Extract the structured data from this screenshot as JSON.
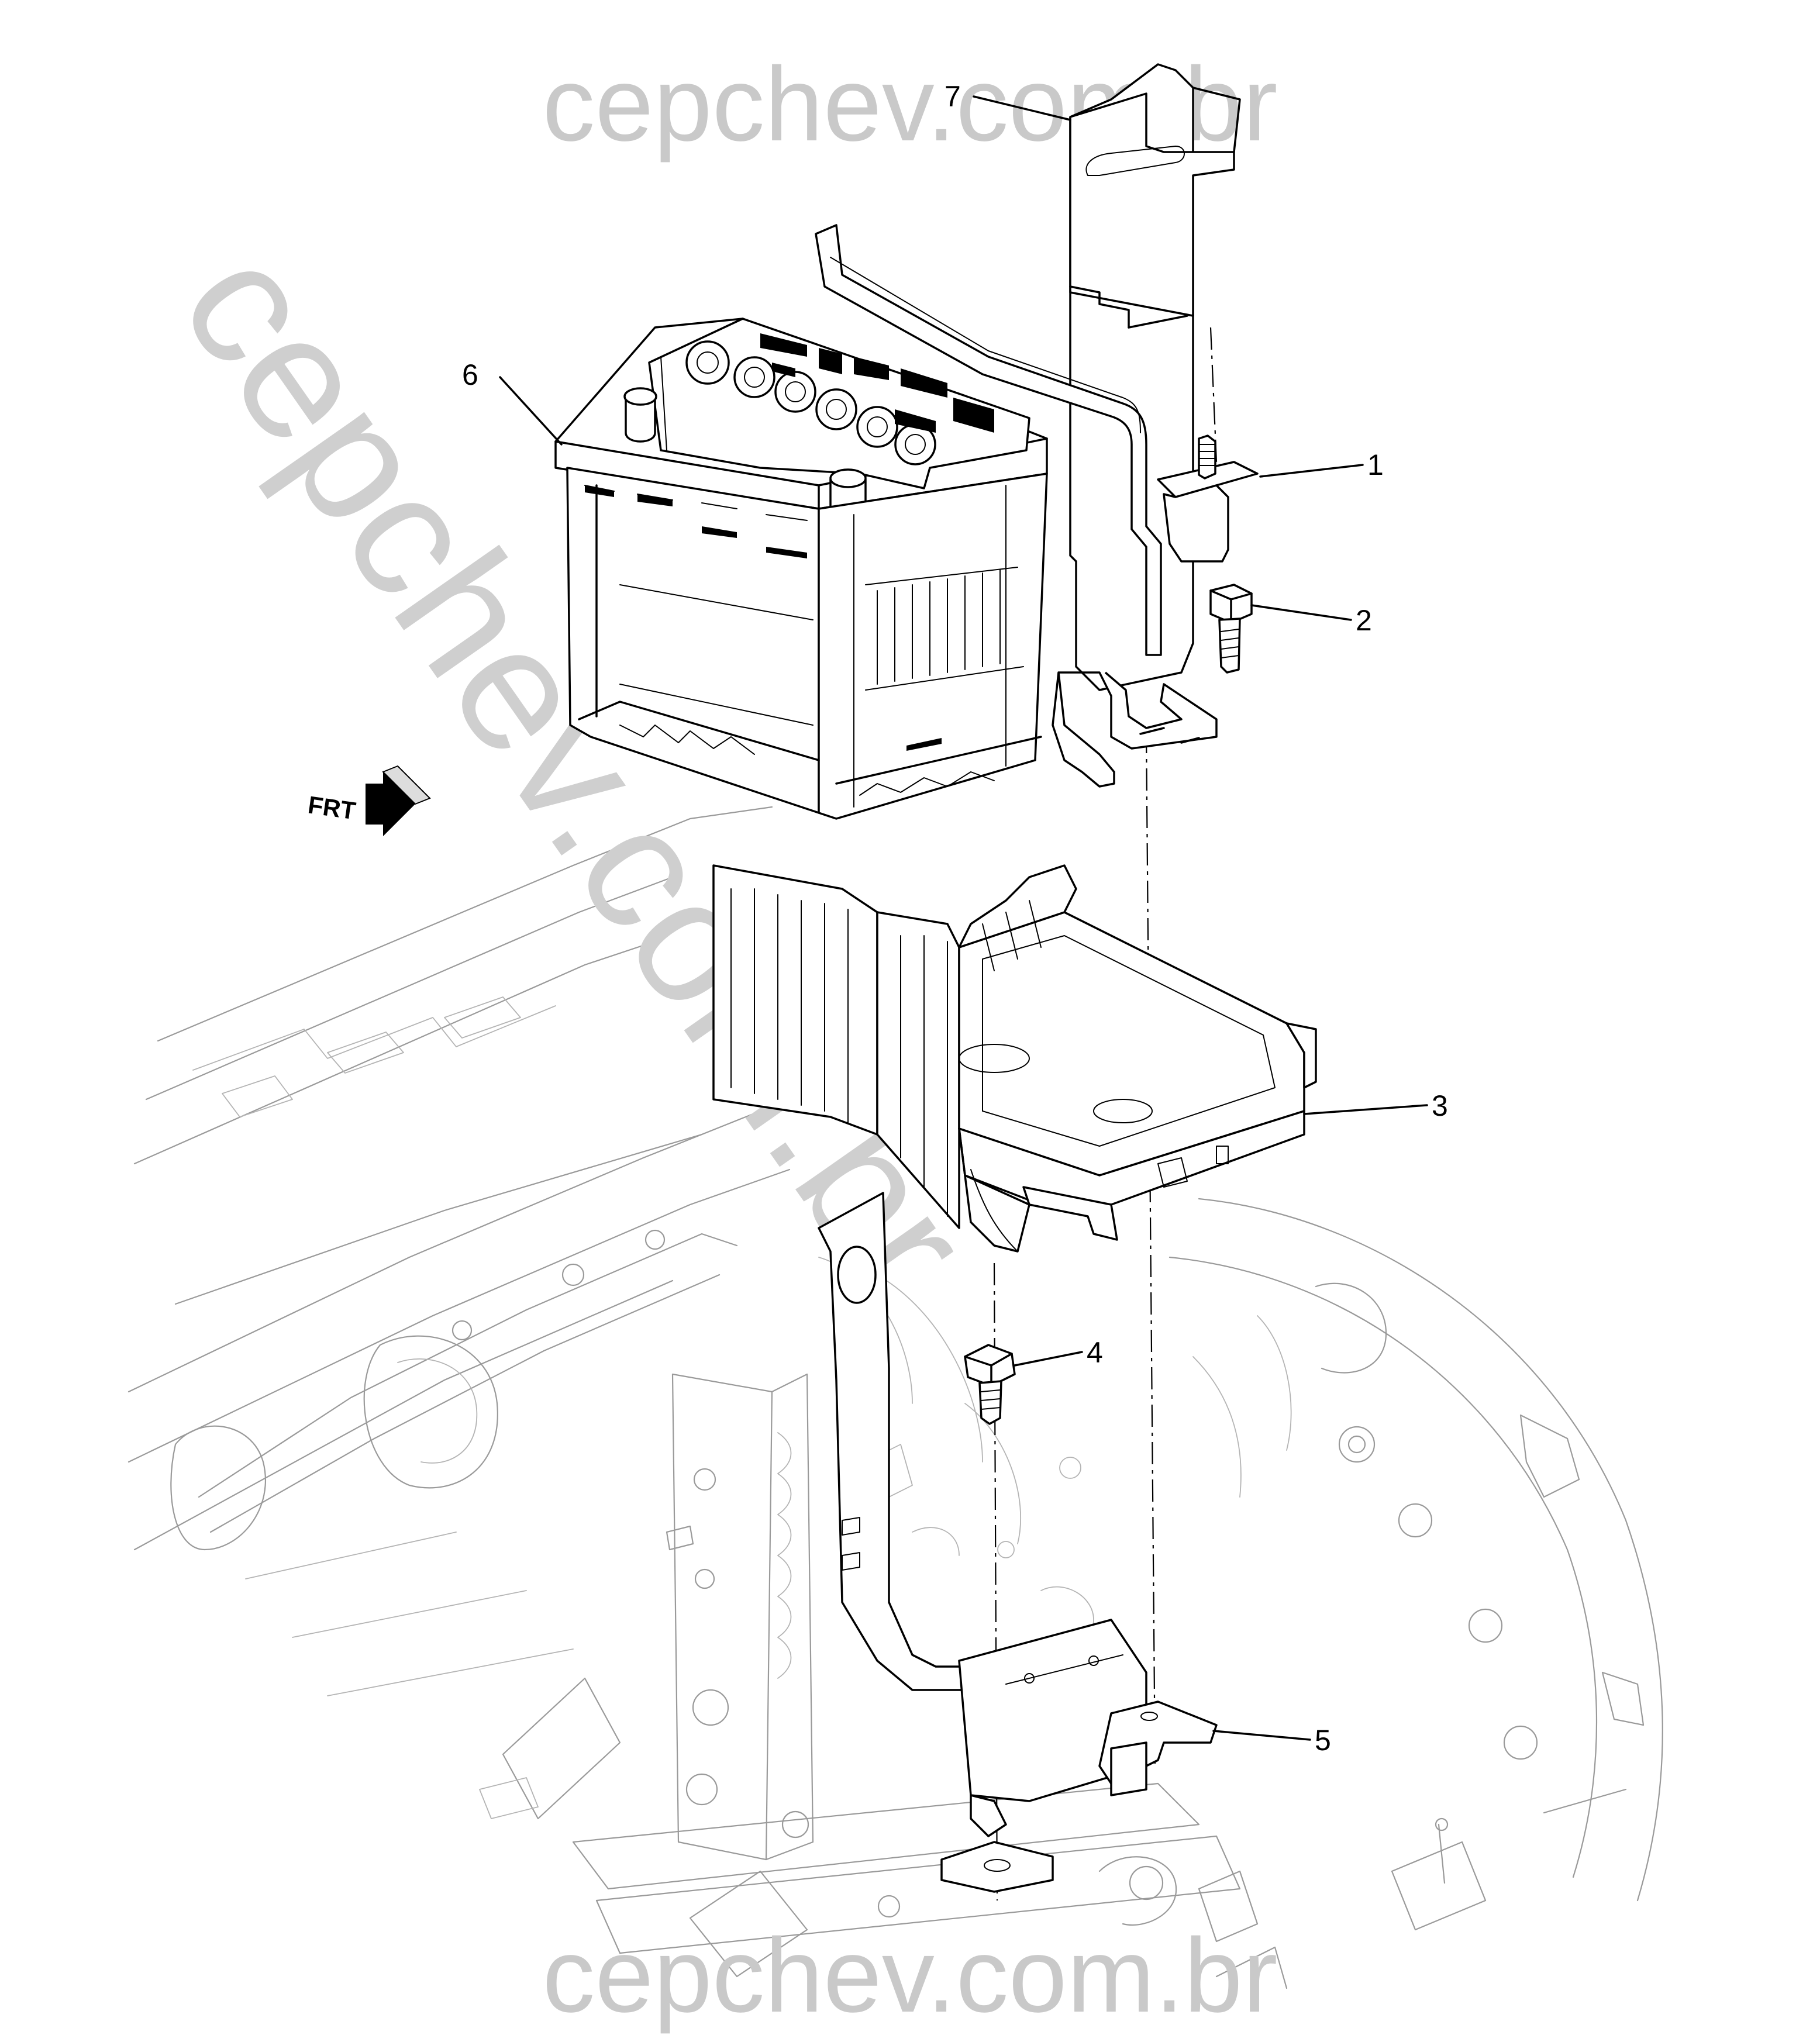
{
  "watermark": {
    "top": "cepchev.com.br",
    "bottom": "cepchev.com.br",
    "diagonal": "cepchev.com.br"
  },
  "direction_indicator": {
    "label": "FRT",
    "icon": "arrow-right-icon"
  },
  "callouts": [
    {
      "number": "1"
    },
    {
      "number": "2"
    },
    {
      "number": "3"
    },
    {
      "number": "4"
    },
    {
      "number": "5"
    },
    {
      "number": "6"
    },
    {
      "number": "7"
    }
  ]
}
